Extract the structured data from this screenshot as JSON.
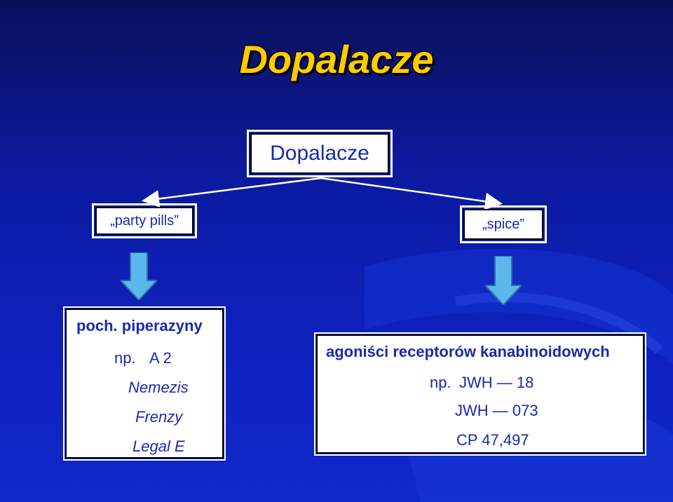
{
  "title": "Dopalacze",
  "root_node": {
    "label": "Dopalacze"
  },
  "left_branch": {
    "label": "„party pills”",
    "category": "poch. piperazyny",
    "prefix": "np.",
    "examples": [
      "A 2",
      "Nemezis",
      "Frenzy",
      "Legal E"
    ]
  },
  "right_branch": {
    "label": "„spice”",
    "category": "agoniści receptorów kanabinoidowych",
    "prefix": "np.",
    "examples": [
      "JWH — 18",
      "JWH — 073",
      "CP 47,497"
    ]
  },
  "colors": {
    "background": "#0f22c0",
    "title": "#ffcc00",
    "box_text": "#1a2aa8",
    "arrow_fill": "#5bb8ea"
  }
}
